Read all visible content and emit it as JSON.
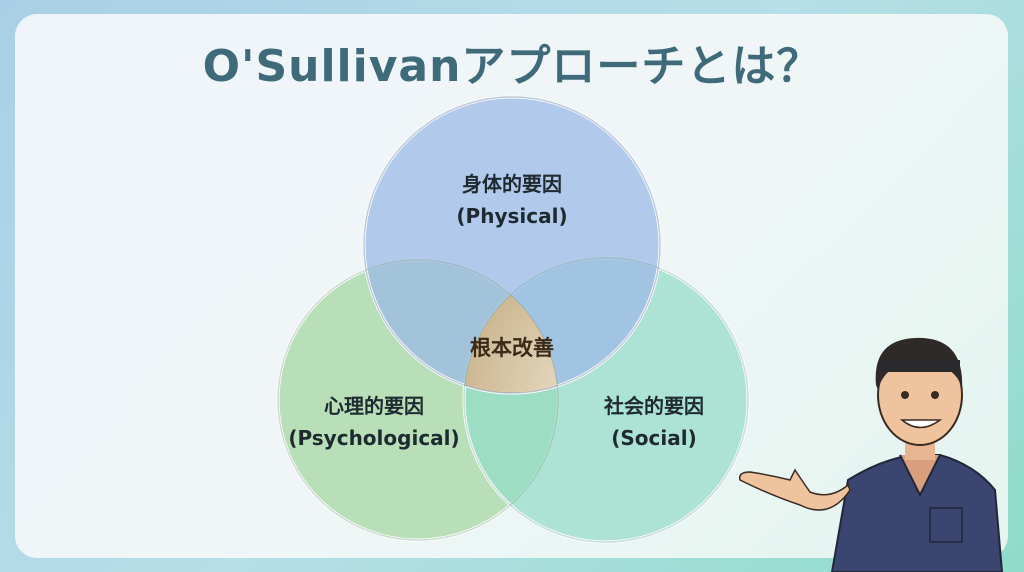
{
  "title": "O'Sullivanアプローチとは？",
  "venn": {
    "top": {
      "label": "身体的要因",
      "sub": "(Physical)",
      "color": "#9cb9e6"
    },
    "left": {
      "label": "心理的要因",
      "sub": "(Psychological)",
      "color": "#a6d7a2"
    },
    "right": {
      "label": "社会的要因",
      "sub": "(Social)",
      "color": "#92dcc8"
    },
    "center": {
      "label": "根本改善",
      "color": "#d8b88a"
    }
  }
}
